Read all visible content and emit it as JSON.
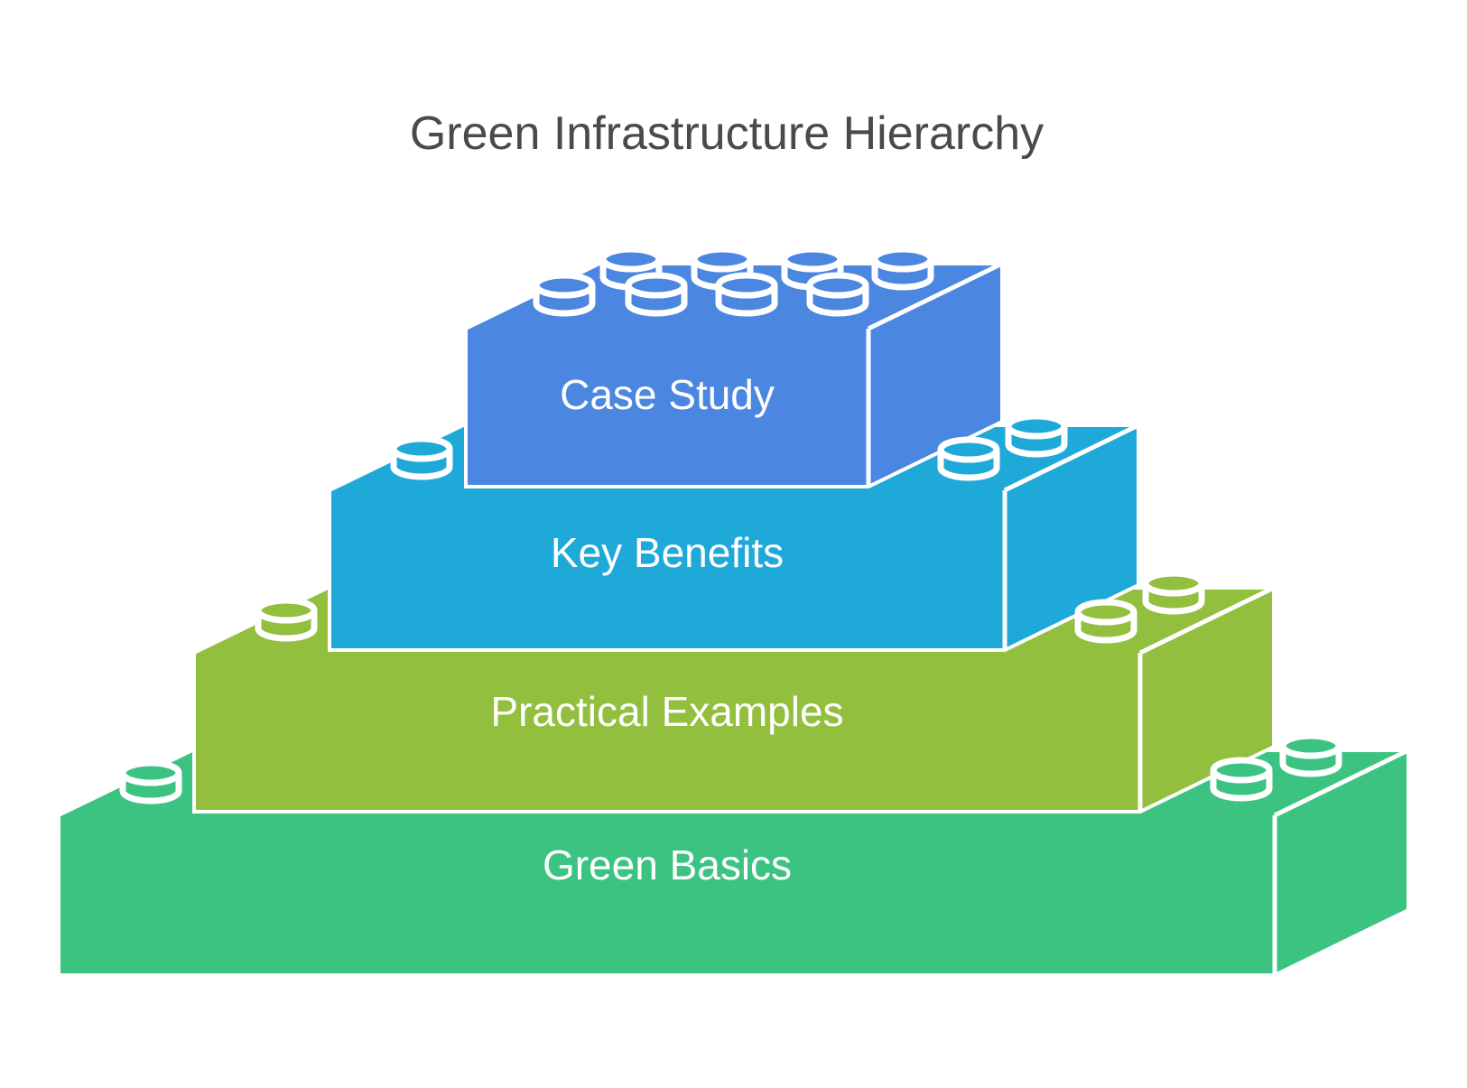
{
  "title": {
    "text": "Green Infrastructure Hierarchy",
    "color": "#4A4A4A"
  },
  "label_text_color": "#FFFFFF",
  "background_color": "#FFFFFF",
  "outline_color": "#FFFFFF",
  "bricks": [
    {
      "id": "case-study",
      "label": "Case Study",
      "color": "#4B86E0"
    },
    {
      "id": "key-benefits",
      "label": "Key Benefits",
      "color": "#1FA9D9"
    },
    {
      "id": "practical-examples",
      "label": "Practical Examples",
      "color": "#92BF3D"
    },
    {
      "id": "green-basics",
      "label": "Green Basics",
      "color": "#3DC381"
    }
  ]
}
